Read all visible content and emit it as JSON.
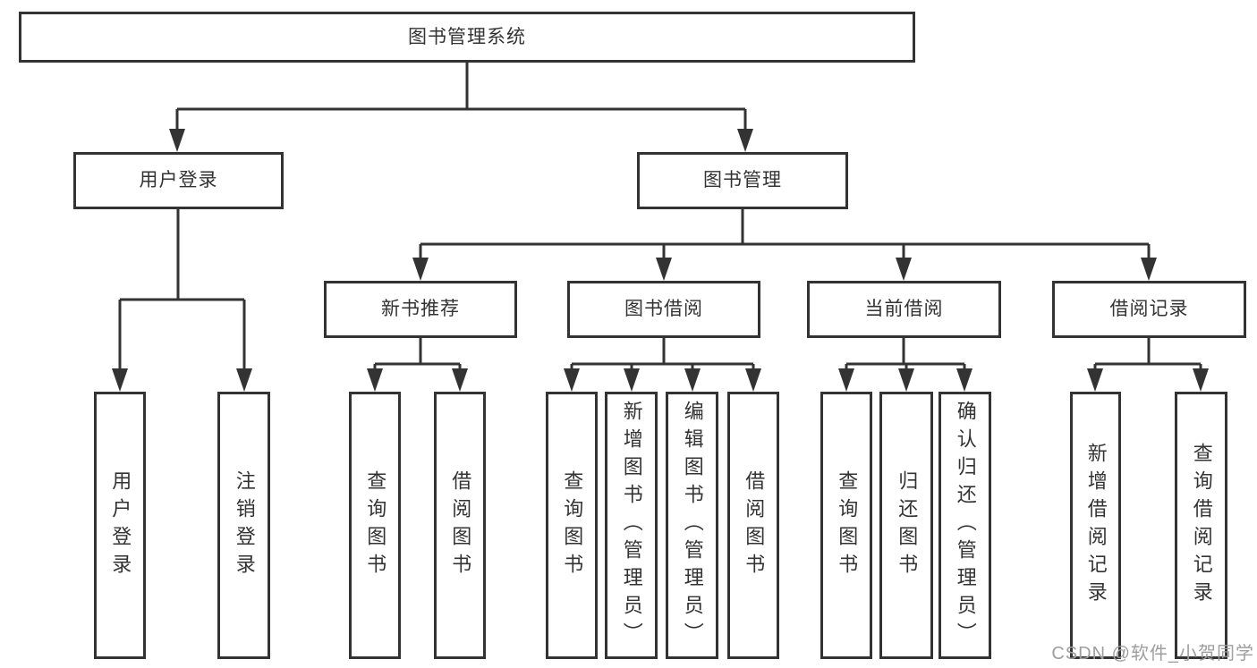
{
  "tree": {
    "label": "图书管理系统",
    "children": [
      {
        "label": "用户登录",
        "children": [
          {
            "label": "用户登录"
          },
          {
            "label": "注销登录"
          }
        ]
      },
      {
        "label": "图书管理",
        "children": [
          {
            "label": "新书推荐",
            "children": [
              {
                "label": "查询图书"
              },
              {
                "label": "借阅图书"
              }
            ]
          },
          {
            "label": "图书借阅",
            "children": [
              {
                "label": "查询图书"
              },
              {
                "label": "新增图书（管理员）"
              },
              {
                "label": "编辑图书（管理员）"
              },
              {
                "label": "借阅图书"
              }
            ]
          },
          {
            "label": "当前借阅",
            "children": [
              {
                "label": "查询图书"
              },
              {
                "label": "归还图书"
              },
              {
                "label": "确认归还（管理员）"
              }
            ]
          },
          {
            "label": "借阅记录",
            "children": [
              {
                "label": "新增借阅记录"
              },
              {
                "label": "查询借阅记录"
              }
            ]
          }
        ]
      }
    ]
  },
  "watermark": {
    "text": "CSDN @软件_小贺同学"
  },
  "colors": {
    "line": "#333333",
    "box_border": "#333333",
    "text": "#333333",
    "background": "#ffffff",
    "watermark": "#9e9e9e"
  }
}
